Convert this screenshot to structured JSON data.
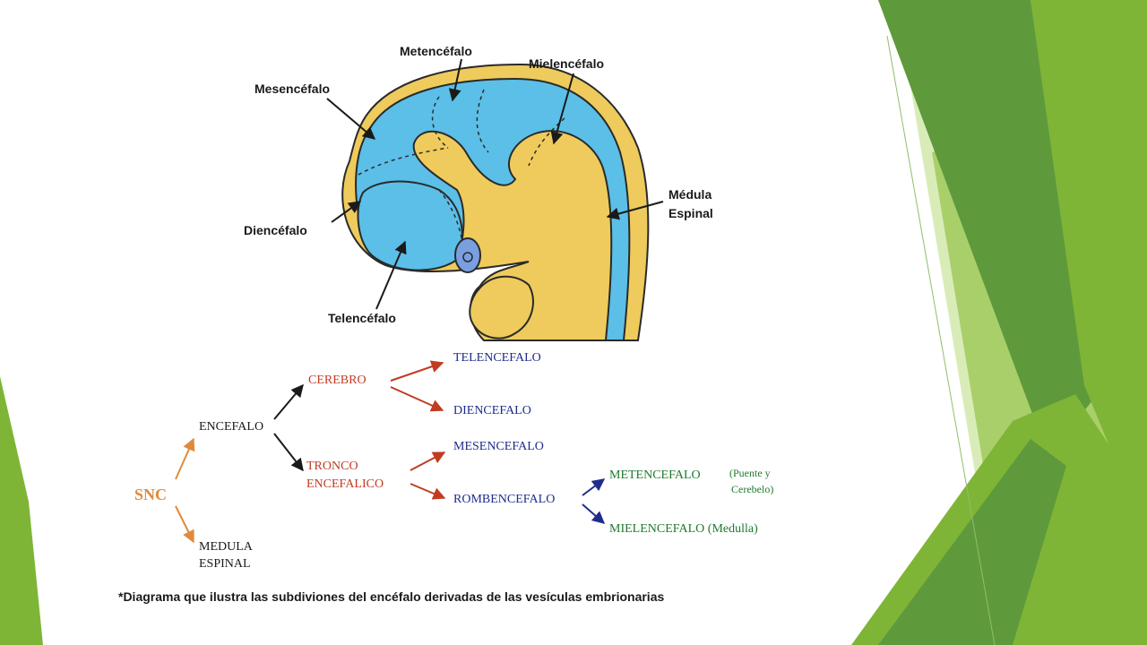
{
  "labels": {
    "metencefalo": "Metencéfalo",
    "mielencefalo": "Mielencéfalo",
    "mesencefalo": "Mesencéfalo",
    "medula_1": "Médula",
    "medula_2": "Espinal",
    "diencefalo": "Diencéfalo",
    "telencefalo": "Telencéfalo"
  },
  "tree": {
    "snc": "SNC",
    "encefalo": "ENCEFALO",
    "medula_1": "MEDULA",
    "medula_2": "ESPINAL",
    "cerebro": "CEREBRO",
    "tronco_1": "TRONCO",
    "tronco_2": "ENCEFALICO",
    "telencefalo": "TELENCEFALO",
    "diencefalo": "DIENCEFALO",
    "mesencefalo": "MESENCEFALO",
    "rombencefalo": "ROMBENCEFALO",
    "metencefalo": "METENCEFALO",
    "metencefalo_note_1": "(Puente y",
    "metencefalo_note_2": "Cerebelo)",
    "mielencefalo": "MIELENCEFALO (Medulla)"
  },
  "caption": "*Diagrama que ilustra las subdiviones del encéfalo derivadas de las vesículas embrionarias",
  "colors": {
    "tissue": "#eecb5c",
    "ventricle": "#5bbfe8",
    "eye": "#7a9fe0",
    "label_black": "#1a1a1a",
    "tree_red": "#c23b22",
    "tree_blue": "#1e2c8c",
    "tree_green": "#1f7a2e",
    "tree_orange": "#e08a3c",
    "green_dark": "#5e9a3c",
    "green_mid": "#7fb536",
    "green_light": "#a9cf6a",
    "green_pale": "#d9ecb8"
  }
}
